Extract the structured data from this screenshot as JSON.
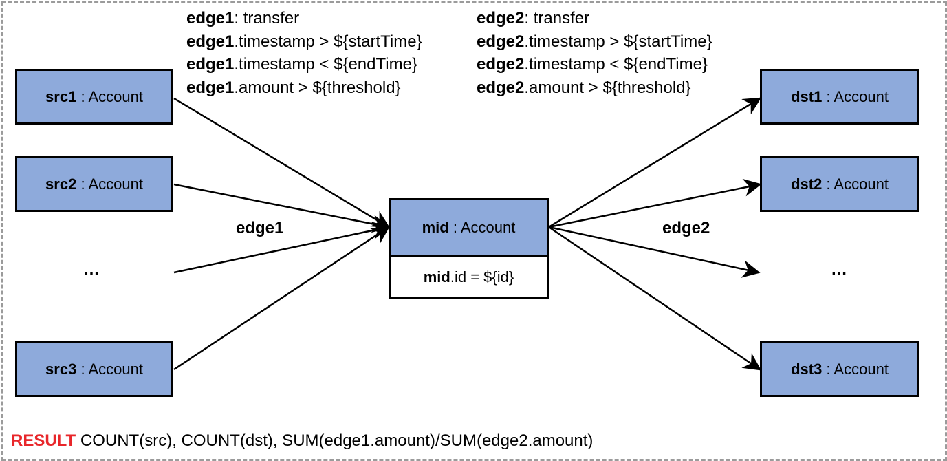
{
  "nodes": {
    "src1": {
      "name": "src1",
      "type": " : Account"
    },
    "src2": {
      "name": "src2",
      "type": " : Account"
    },
    "src3": {
      "name": "src3",
      "type": " : Account"
    },
    "dst1": {
      "name": "dst1",
      "type": " : Account"
    },
    "dst2": {
      "name": "dst2",
      "type": " : Account"
    },
    "dst3": {
      "name": "dst3",
      "type": " : Account"
    },
    "mid": {
      "name": "mid",
      "type": " : Account"
    }
  },
  "mid_condition": {
    "var": "mid",
    "rest": ".id = ${id}"
  },
  "edge1_conditions": [
    {
      "var": "edge1",
      "rest": ": transfer"
    },
    {
      "var": "edge1",
      "rest": ".timestamp > ${startTime}"
    },
    {
      "var": "edge1",
      "rest": ".timestamp < ${endTime}"
    },
    {
      "var": "edge1",
      "rest": ".amount > ${threshold}"
    }
  ],
  "edge2_conditions": [
    {
      "var": "edge2",
      "rest": ": transfer"
    },
    {
      "var": "edge2",
      "rest": ".timestamp > ${startTime}"
    },
    {
      "var": "edge2",
      "rest": ".timestamp < ${endTime}"
    },
    {
      "var": "edge2",
      "rest": ".amount > ${threshold}"
    }
  ],
  "labels": {
    "edge1": "edge1",
    "edge2": "edge2",
    "ellipsis_left": "…",
    "ellipsis_right": "…"
  },
  "result": {
    "keyword": "RESULT",
    "expression": " COUNT(src), COUNT(dst), SUM(edge1.amount)/SUM(edge2.amount)"
  },
  "colors": {
    "node_fill": "#8eaadb",
    "result_keyword": "#e8262a",
    "frame_border": "#9b9b9b"
  }
}
